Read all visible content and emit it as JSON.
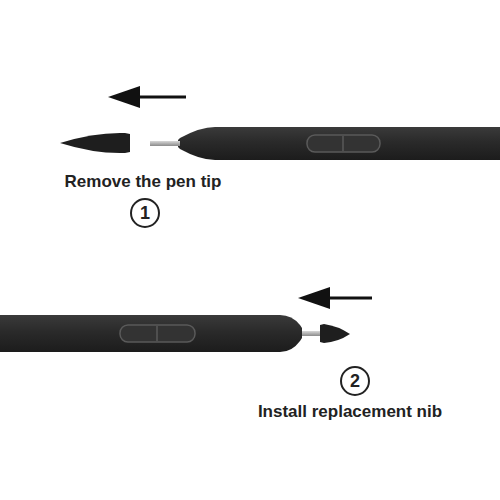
{
  "diagram": {
    "nodes": [
      {
        "text": [
          "1"
        ]
      },
      {
        "text": [
          "2"
        ]
      }
    ],
    "labels": [
      "Remove the pen tip",
      "Install replacement nib"
    ]
  }
}
